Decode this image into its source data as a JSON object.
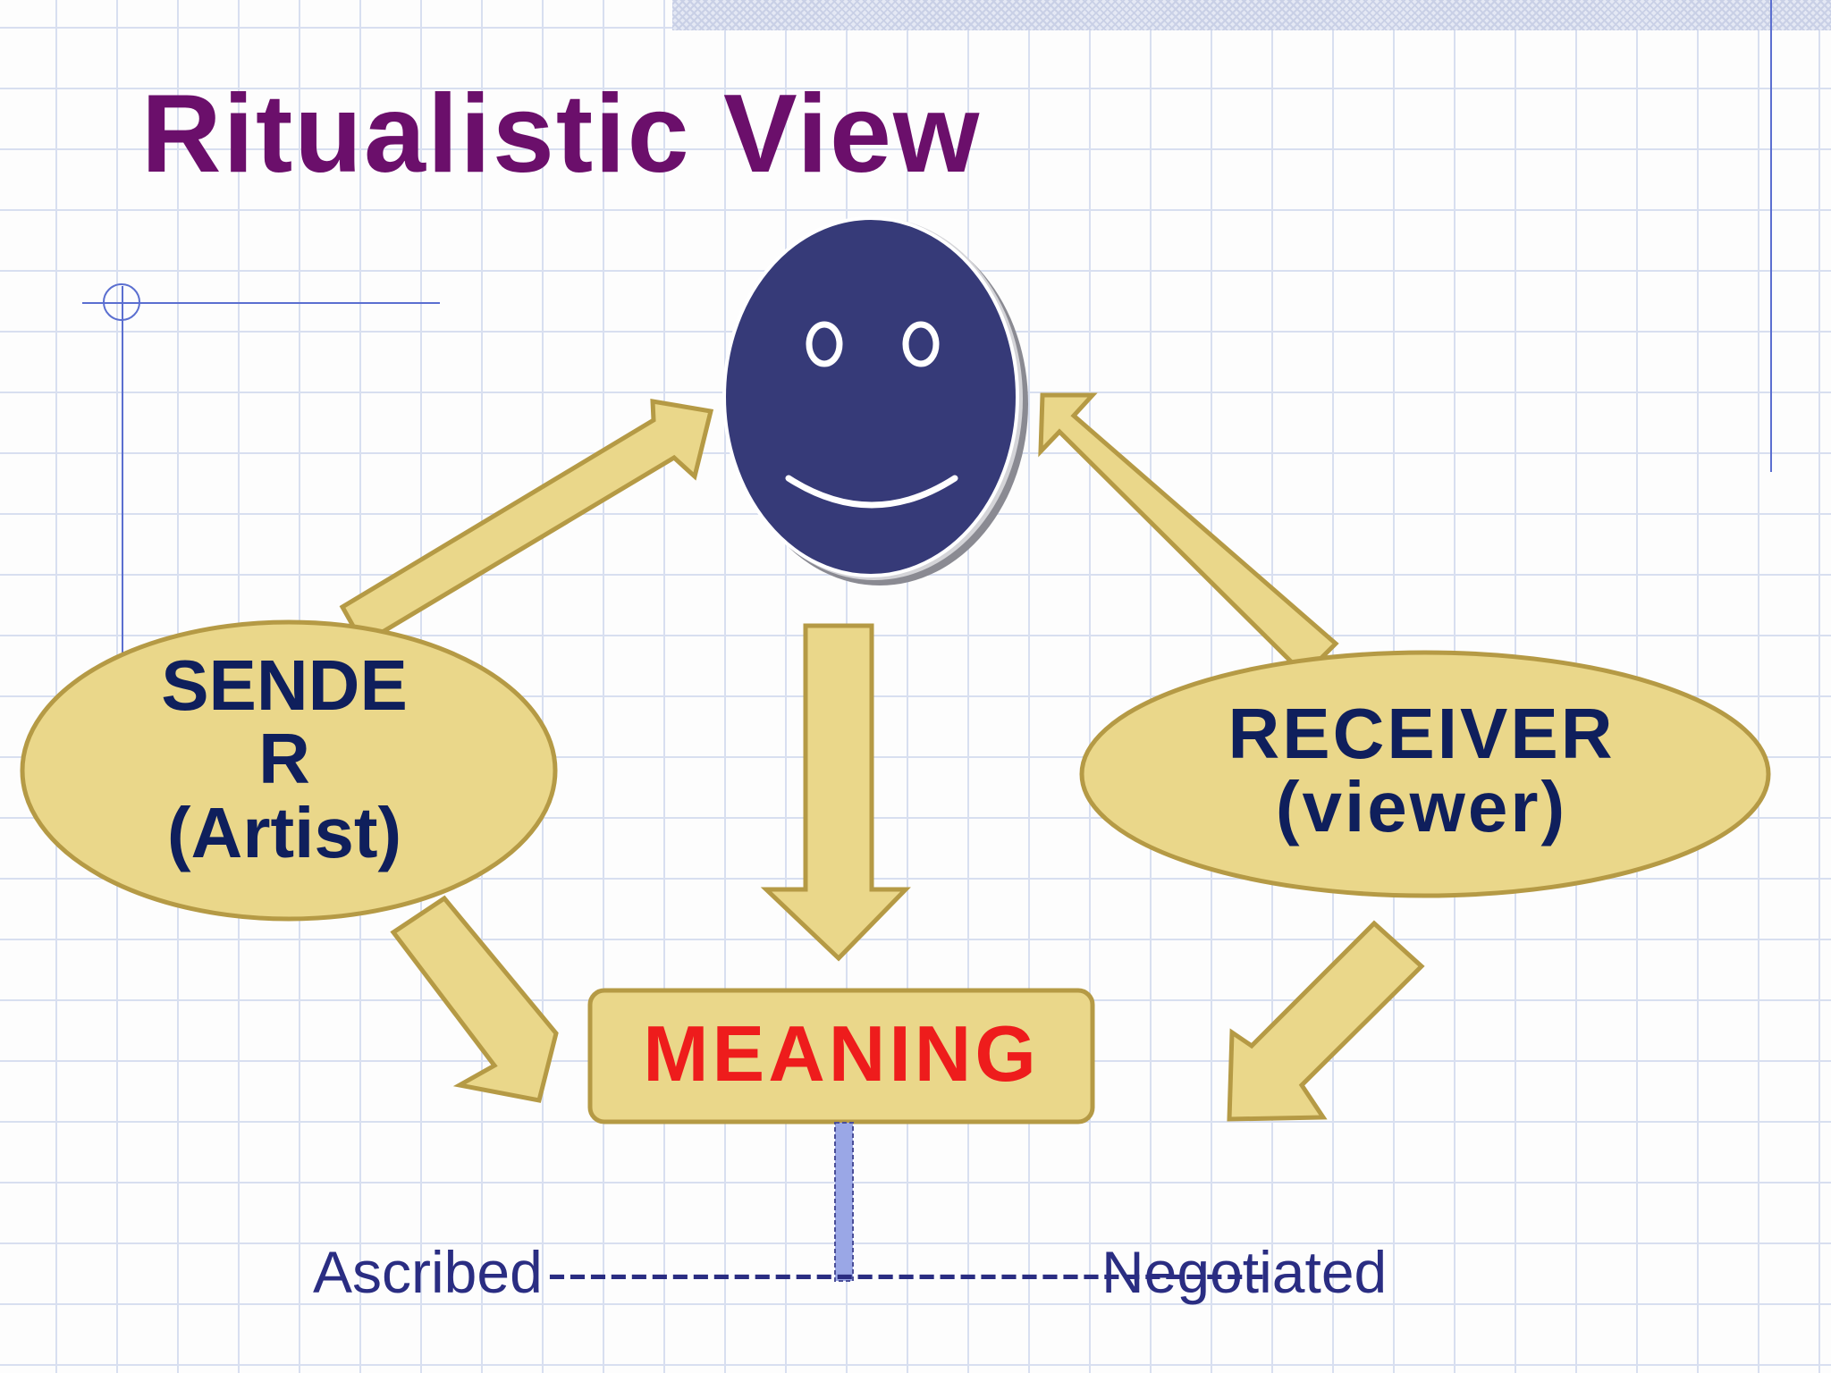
{
  "slide": {
    "title": "Ritualistic View"
  },
  "nodes": {
    "sender": {
      "line1": "SENDE",
      "line2": "R",
      "line3": "(Artist)"
    },
    "receiver": {
      "line1": "RECEIVER",
      "line2": "(viewer)"
    },
    "meaning": {
      "label": "MEANING"
    }
  },
  "scale": {
    "left": "Ascribed",
    "right": "Negotiated",
    "dashes": "-----------------------------------"
  },
  "colors": {
    "title": "#6b0f6b",
    "node_fill": "#ead78a",
    "node_stroke": "#b59a45",
    "node_text": "#0f1f5c",
    "meaning_text": "#ee1c1c",
    "face": "#363a78",
    "scale_text": "#2a2d82"
  },
  "icons": {
    "face": "smiley-face-icon"
  }
}
